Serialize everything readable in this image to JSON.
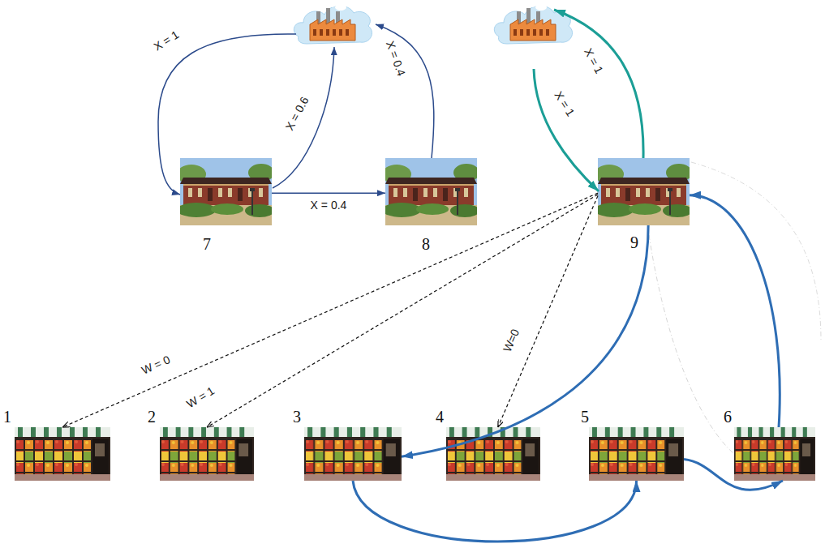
{
  "diagram": {
    "nodes": [
      {
        "text": [
          "7"
        ]
      },
      {
        "text": [
          "8"
        ]
      },
      {
        "text": [
          "9"
        ]
      },
      {
        "text": [
          "1"
        ]
      },
      {
        "text": [
          "2"
        ]
      },
      {
        "text": [
          "3"
        ]
      },
      {
        "text": [
          "4"
        ]
      },
      {
        "text": [
          "5"
        ]
      },
      {
        "text": [
          "6"
        ]
      }
    ],
    "edges": [
      {
        "from": 0,
        "to": 1,
        "arrow": "to",
        "label": "X = 0.4"
      },
      {
        "from": 2,
        "to": 3,
        "arrow": "to",
        "label": "W = 0"
      },
      {
        "from": 2,
        "to": 4,
        "arrow": "to",
        "label": "W = 1"
      },
      {
        "from": 2,
        "to": 6,
        "arrow": "to",
        "label": "W=0"
      },
      {
        "from": 2,
        "to": 5,
        "arrow": "to"
      },
      {
        "from": 5,
        "to": 7,
        "arrow": "to"
      },
      {
        "from": 7,
        "to": 8,
        "arrow": "to"
      },
      {
        "from": 8,
        "to": 2,
        "arrow": "to"
      }
    ],
    "labels": [
      "X = 1",
      "X = 0.6",
      "X = 0.4",
      "X = 1",
      "X = 1"
    ]
  }
}
